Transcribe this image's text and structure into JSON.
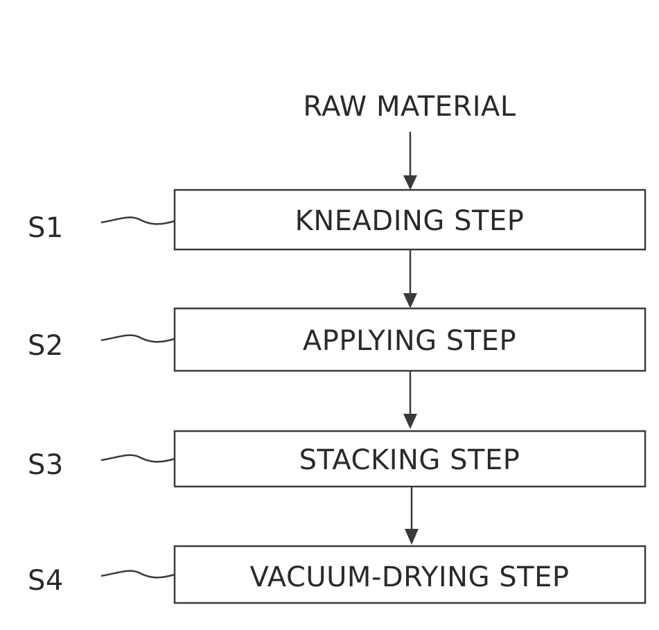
{
  "input": {
    "label": "RAW MATERIAL"
  },
  "steps": [
    {
      "id": "S1",
      "label": "KNEADING STEP"
    },
    {
      "id": "S2",
      "label": "APPLYING STEP"
    },
    {
      "id": "S3",
      "label": "STACKING STEP"
    },
    {
      "id": "S4",
      "label": "VACUUM-DRYING STEP"
    }
  ]
}
